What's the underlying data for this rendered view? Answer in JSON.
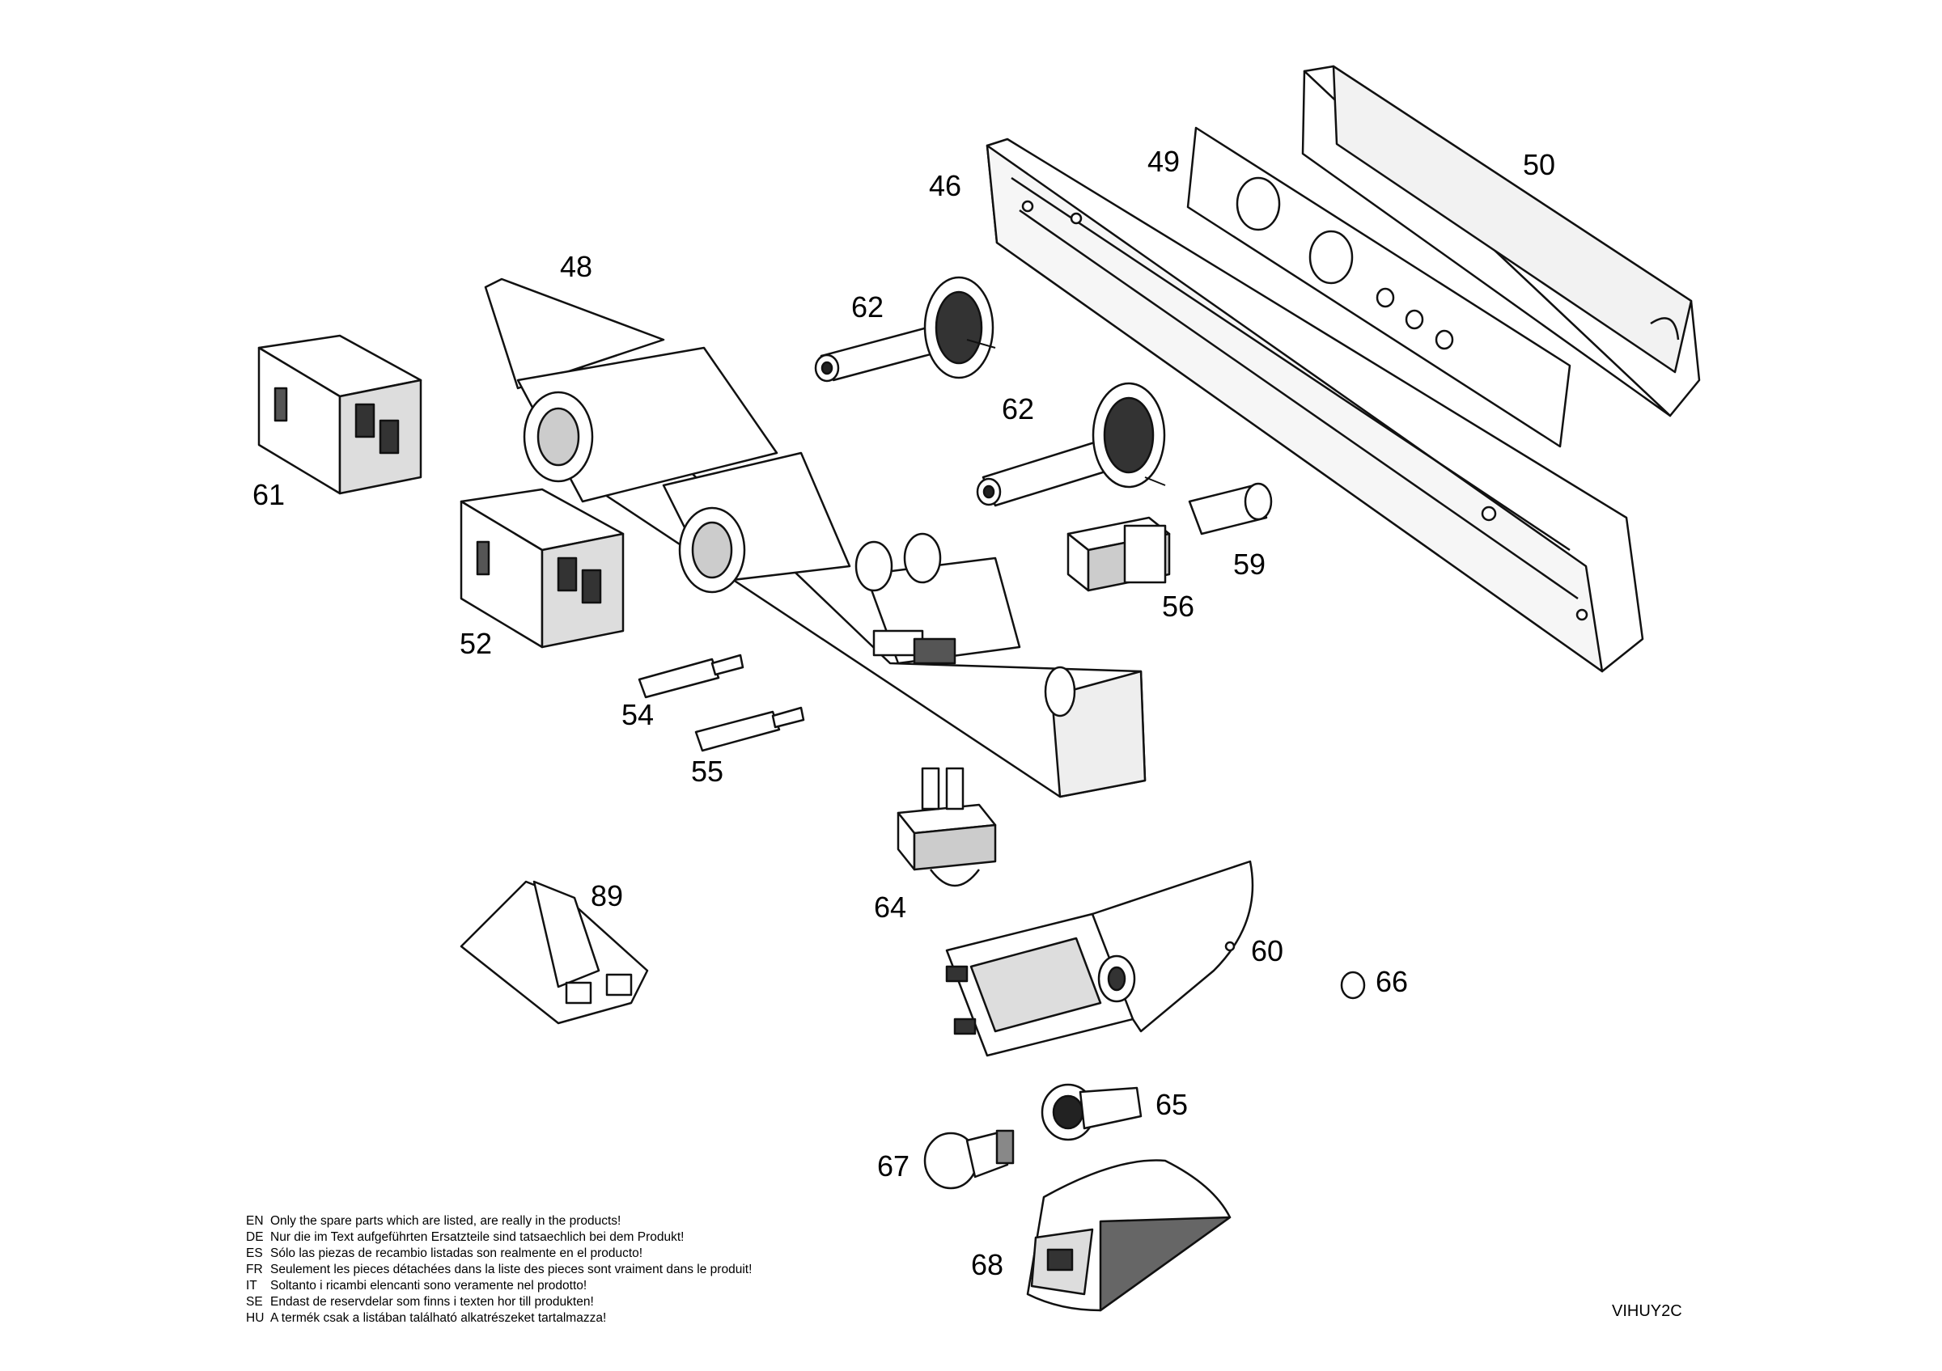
{
  "parts": [
    {
      "id": "46",
      "label": "46"
    },
    {
      "id": "48",
      "label": "48"
    },
    {
      "id": "49",
      "label": "49"
    },
    {
      "id": "50",
      "label": "50"
    },
    {
      "id": "52",
      "label": "52"
    },
    {
      "id": "54",
      "label": "54"
    },
    {
      "id": "55",
      "label": "55"
    },
    {
      "id": "56",
      "label": "56"
    },
    {
      "id": "59",
      "label": "59"
    },
    {
      "id": "60",
      "label": "60"
    },
    {
      "id": "61",
      "label": "61"
    },
    {
      "id": "62a",
      "label": "62"
    },
    {
      "id": "62b",
      "label": "62"
    },
    {
      "id": "64",
      "label": "64"
    },
    {
      "id": "65",
      "label": "65"
    },
    {
      "id": "66",
      "label": "66"
    },
    {
      "id": "67",
      "label": "67"
    },
    {
      "id": "68",
      "label": "68"
    },
    {
      "id": "89",
      "label": "89"
    }
  ],
  "disclaimer": [
    {
      "lang": "EN",
      "text": "Only the spare parts which are listed, are really in the products!"
    },
    {
      "lang": "DE",
      "text": "Nur die im Text aufgeführten Ersatzteile sind tatsaechlich bei dem Produkt!"
    },
    {
      "lang": "ES",
      "text": "Sólo las piezas de recambio  listadas son realmente en el producto!"
    },
    {
      "lang": "FR",
      "text": "Seulement les pieces détachées dans la liste des pieces sont vraiment dans le produit!"
    },
    {
      "lang": "IT",
      "text": "Soltanto i ricambi elencanti sono veramente nel prodotto!"
    },
    {
      "lang": "SE",
      "text": "Endast de reservdelar som finns i texten hor till produkten!"
    },
    {
      "lang": "HU",
      "text": "A termék csak a listában található alkatrészeket tartalmazza!"
    }
  ],
  "drawing_code": "VIHUY2C"
}
